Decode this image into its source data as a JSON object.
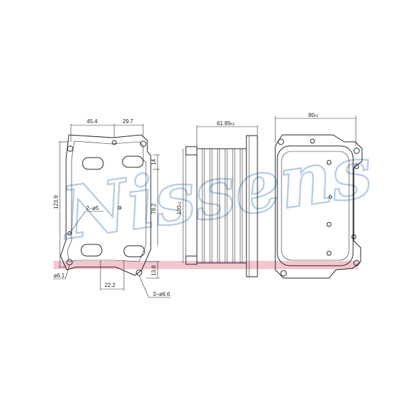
{
  "watermark": {
    "text": "Nissens",
    "outline_color": "#b8cde3",
    "stripe_color": "#f2c6cf"
  },
  "front_view": {
    "dim_top_left": "45.4",
    "dim_top_right": "29.7",
    "dim_height": "123.9",
    "dim_inner_height": "78.2",
    "dim_tab_small": "14",
    "dim_tab_bottom": "13.8",
    "dim_bottom_width": "22.2",
    "hole_small": "2−ø5",
    "hole_large": "3−ø6.6",
    "hole_corner": "ø6.1"
  },
  "side_view": {
    "dim_width": "61.89",
    "dim_width_tol": "±2",
    "dim_height": "120",
    "dim_height_tol": "±1"
  },
  "back_view": {
    "dim_width": "80",
    "dim_width_tol": "±1"
  }
}
